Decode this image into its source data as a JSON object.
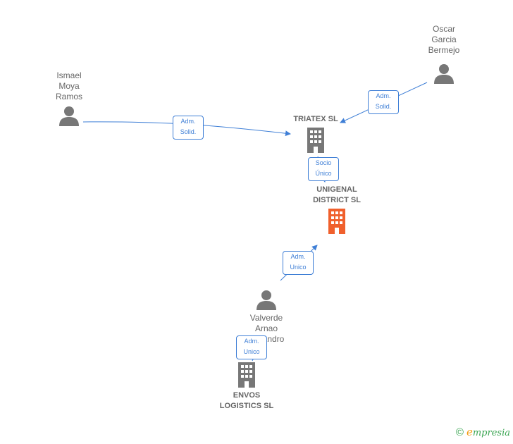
{
  "people": [
    {
      "id": "ismael",
      "label": "Ismael\nMoya\nRamos"
    },
    {
      "id": "oscar",
      "label": "Oscar\nGarcia\nBermejo"
    },
    {
      "id": "valverde",
      "label": "Valverde\nArnao\nAlejandro"
    }
  ],
  "companies": [
    {
      "id": "triatex",
      "label": "TRIATEX SL"
    },
    {
      "id": "unigenal",
      "label": "UNIGENAL\nDISTRICT SL",
      "highlight": true
    },
    {
      "id": "envos",
      "label": "ENVOS\nLOGISTICS SL"
    }
  ],
  "edges": [
    {
      "from": "ismael",
      "to": "triatex",
      "label": "Adm.\nSolid."
    },
    {
      "from": "oscar",
      "to": "triatex",
      "label": "Adm.\nSolid."
    },
    {
      "from": "triatex",
      "to": "unigenal",
      "label": "Socio\nÚnico"
    },
    {
      "from": "valverde",
      "to": "unigenal",
      "label": "Adm.\nUnico"
    },
    {
      "from": "valverde",
      "to": "envos",
      "label": "Adm.\nUnico"
    }
  ],
  "colors": {
    "edge": "#3f7fd6",
    "icon": "#777777",
    "highlight": "#f0602d",
    "brand": "#3aa552"
  },
  "footer": {
    "copyright": "©",
    "brand_first": "e",
    "brand_rest": "mpresia"
  }
}
